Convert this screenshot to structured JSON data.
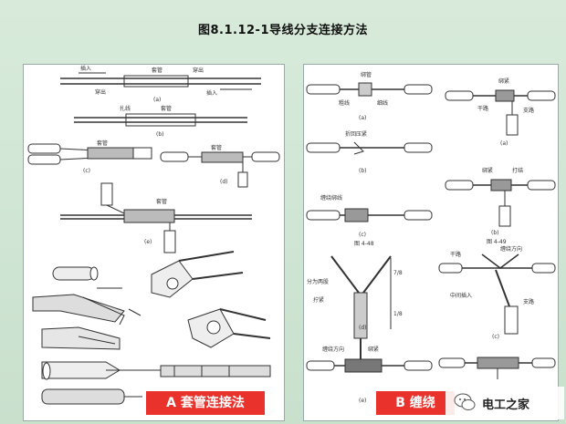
{
  "title": "图8.1.12-1导线分支连接方法",
  "left_panel": {
    "banner_text": "A 套管连接法",
    "labels": {
      "in1": "插入",
      "sleeve1": "套管",
      "out1": "穿出",
      "out2": "穿出",
      "in2": "插入",
      "fig_a": "(a)",
      "fig_b": "(b)",
      "fig_c": "(c)",
      "fig_d": "(d)",
      "fig_e": "(e)",
      "bundle": "扎线",
      "sleeve2": "套管",
      "sleeve3": "套管",
      "sleeve4": "套管",
      "sleeve5": "套管"
    }
  },
  "right_panel": {
    "banner_text": "B 缠绕",
    "labels": {
      "sleeve_a": "绑管",
      "wire_a": "粗线",
      "wire_a2": "细线",
      "fig_a": "(a)",
      "fold_b": "折回压紧",
      "fig_b": "(b)",
      "wind_c": "缠绕绑线",
      "fig_c": "(c)",
      "fig448": "图 4-48",
      "split": "分为两股",
      "twist": "拧紧",
      "fig_d": "(d)",
      "wind_dir": "缠绕方向",
      "sleeve_e": "绑紧",
      "fig_e": "(e)",
      "sleeve_r1": "绑紧",
      "trunk": "干路",
      "branch": "支路",
      "fig_r1": "(a)",
      "sleeve_r2": "绑紧",
      "knot": "打结",
      "fig_r2": "(b)",
      "fig449": "图 4-49",
      "trunk2": "干路",
      "wind_dir2": "缠绕方向",
      "mid_insert": "中间插入",
      "branch2": "支路",
      "fig_r3": "(c)",
      "ratio_top": "7/8",
      "ratio_bot": "1/8"
    }
  },
  "watermark": {
    "text": "电工之家",
    "icon": "wechat-icon"
  }
}
